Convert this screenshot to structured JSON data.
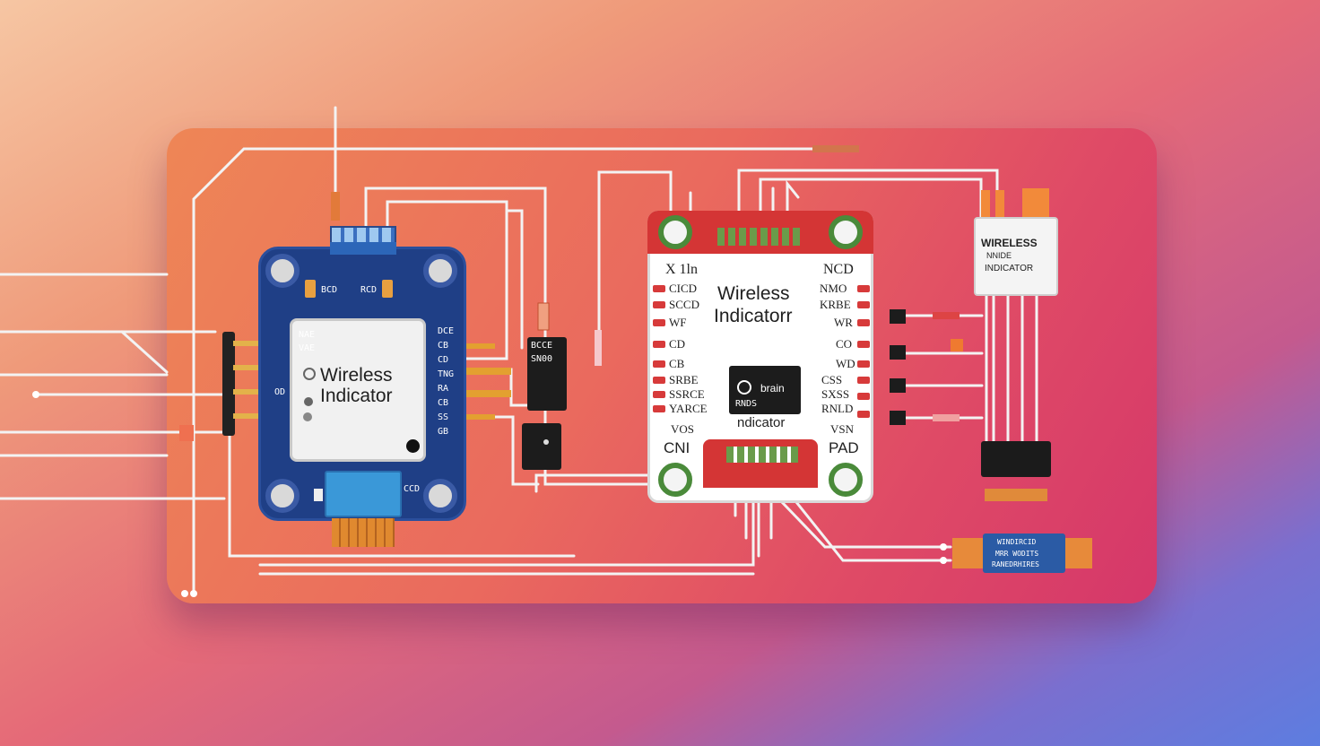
{
  "left_module": {
    "title_line1": "Wireless",
    "title_line2": "Indicator",
    "side_labels_left": [
      "NAE",
      "VAE"
    ],
    "side_labels_left_lower": "OD",
    "side_labels_right": [
      "DCE",
      "CB",
      "CD",
      "TNG",
      "RA",
      "CB",
      "SS",
      "GB"
    ],
    "top_labels": [
      "BCD",
      "RCD"
    ],
    "bottom_label": "CCD"
  },
  "small_chip": {
    "line1": "BCCE",
    "line2": "SN00"
  },
  "center_module": {
    "title_line1": "Wireless",
    "title_line2": "Indicatorr",
    "top_left": "X 1ln",
    "top_right": "NCD",
    "left_pins": [
      "CICD",
      "SCCD",
      "WF",
      "CD",
      "CB",
      "SRBE",
      "SSRCE",
      "YARCE",
      "VOS"
    ],
    "right_pins": [
      "NMO",
      "KRBE",
      "WR",
      "CO",
      "WD",
      "CSS",
      "SXSS",
      "RNLD",
      "VSN"
    ],
    "bottom_left": "CNI",
    "bottom_right": "PAD",
    "chip_line1": "brain",
    "chip_line2": "RNDS",
    "chip_caption": "ndicator"
  },
  "right_module": {
    "line1": "WIRELESS",
    "line2": "NNIDE",
    "line3": "INDICATOR"
  },
  "bottom_right_strip": {
    "line1": "WINDIRCID",
    "line2": "MRR WODITS",
    "line3": "RANEDRHIRES"
  },
  "colors": {
    "accent_blue": "#1f3f86",
    "pcb_red": "#d73a3a",
    "pcb_green": "#4a8a3a"
  }
}
